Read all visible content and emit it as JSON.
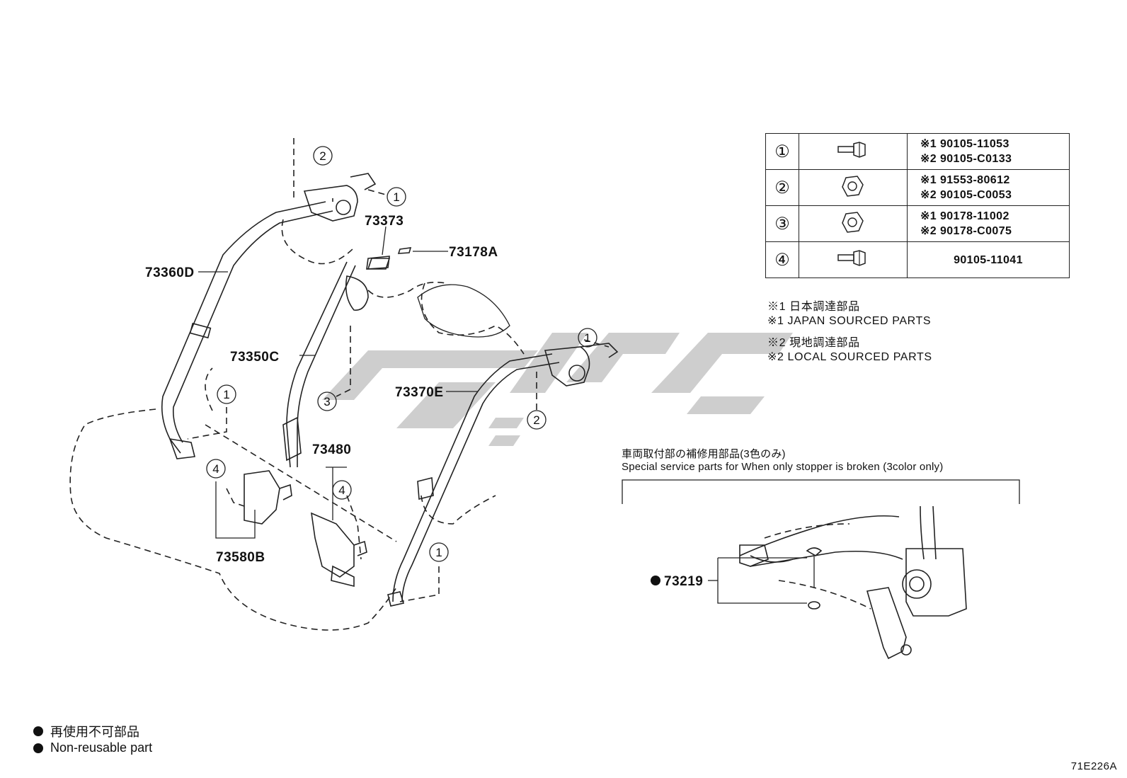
{
  "fastener_table": [
    {
      "ref": "①",
      "icon": "bolt-flanged-icon",
      "lines": [
        "※1 90105-11053",
        "※2 90105-C0133"
      ]
    },
    {
      "ref": "②",
      "icon": "hex-nut-icon",
      "lines": [
        "※1 91553-80612",
        "※2 90105-C0053"
      ]
    },
    {
      "ref": "③",
      "icon": "hex-nut-icon",
      "lines": [
        "※1 90178-11002",
        "※2 90178-C0075"
      ]
    },
    {
      "ref": "④",
      "icon": "bolt-flanged-icon",
      "lines": [
        "90105-11041"
      ]
    }
  ],
  "notes": [
    "※1 日本調達部品",
    "※1 JAPAN SOURCED PARTS",
    "※2 現地調達部品",
    "※2 LOCAL SOURCED PARTS"
  ],
  "part_labels": {
    "p73360D": "73360D",
    "p73373": "73373",
    "p73178A": "73178A",
    "p73350C": "73350C",
    "p73370E": "73370E",
    "p73480": "73480",
    "p73580B": "73580B",
    "p73219": "73219"
  },
  "callouts": {
    "one": "1",
    "two": "2",
    "three": "3",
    "four": "4"
  },
  "inset": {
    "title_jp": "車両取付部の補修用部品(3色のみ)",
    "title_en": "Special service parts for When only stopper is broken (3color only)"
  },
  "legend": {
    "jp": "再使用不可部品",
    "en": "Non-reusable part"
  },
  "diagram_code": "71E226A",
  "colors": {
    "line": "#222222",
    "watermark": "#c8c8c8"
  }
}
